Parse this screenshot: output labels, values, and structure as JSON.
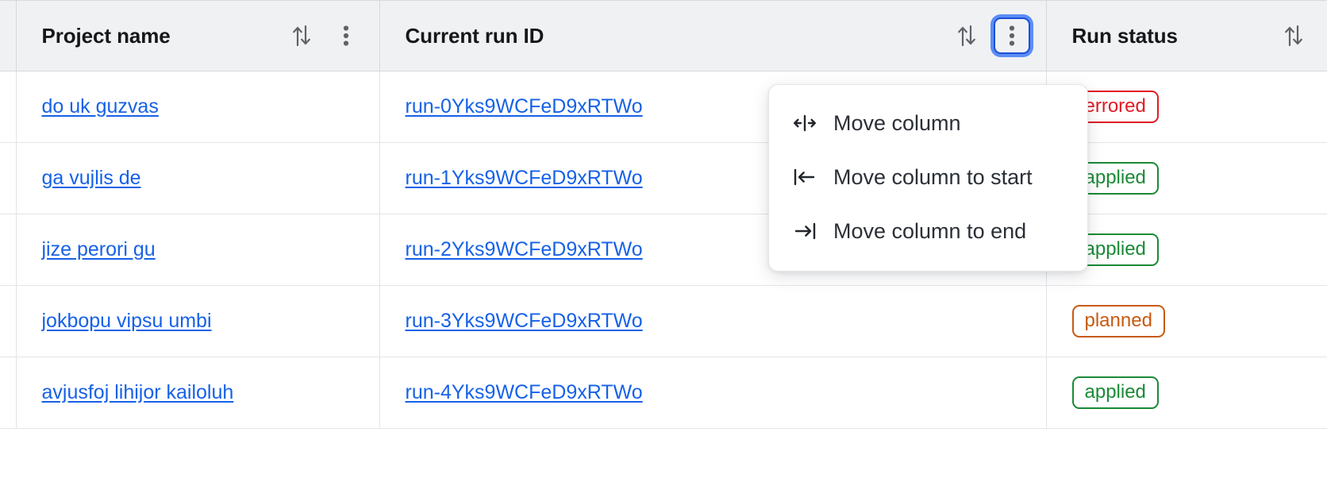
{
  "table": {
    "columns": [
      {
        "id": "project-name",
        "label": "Project name",
        "sort_icon": "sort-updown-icon",
        "menu_icon": "kebab-menu-icon",
        "has_menu_button": true,
        "menu_open": false
      },
      {
        "id": "current-run-id",
        "label": "Current run ID",
        "sort_icon": "sort-updown-icon",
        "menu_icon": "kebab-menu-icon",
        "has_menu_button": true,
        "menu_open": true
      },
      {
        "id": "run-status",
        "label": "Run status",
        "sort_icon": "sort-updown-icon",
        "menu_icon": "kebab-menu-icon",
        "has_menu_button": false,
        "menu_open": false
      }
    ],
    "rows": [
      {
        "project_name": "do uk guzvas",
        "run_id": "run-0Yks9WCFeD9xRTWo",
        "status": "errored",
        "status_variant": "errored"
      },
      {
        "project_name": "ga vujlis de",
        "run_id": "run-1Yks9WCFeD9xRTWo",
        "status": "applied",
        "status_variant": "applied"
      },
      {
        "project_name": "jize perori gu",
        "run_id": "run-2Yks9WCFeD9xRTWo",
        "status": "applied",
        "status_variant": "applied"
      },
      {
        "project_name": "jokbopu vipsu umbi",
        "run_id": "run-3Yks9WCFeD9xRTWo",
        "status": "planned",
        "status_variant": "planned"
      },
      {
        "project_name": "avjusfoj lihijor kailoluh",
        "run_id": "run-4Yks9WCFeD9xRTWo",
        "status": "applied",
        "status_variant": "applied"
      }
    ]
  },
  "column_menu": {
    "open_for_column": "Current run ID",
    "items": [
      {
        "id": "move-column",
        "label": "Move column",
        "icon": "move-column-horizontal-icon"
      },
      {
        "id": "move-column-to-start",
        "label": "Move column to start",
        "icon": "arrow-to-start-icon"
      },
      {
        "id": "move-column-to-end",
        "label": "Move column to end",
        "icon": "arrow-to-end-icon"
      }
    ]
  },
  "colors": {
    "link": "#1661e8",
    "header_bg": "#f0f1f3",
    "border": "#d6d8dc",
    "row_border": "#e2e4e7",
    "focus_ring": "#5b8df6",
    "focus_border": "#1b4fd8",
    "status_errored": "#e01b24",
    "status_applied": "#1a8a36",
    "status_planned": "#c75a10",
    "icon_gray": "#5f6368",
    "text": "#15171a"
  }
}
